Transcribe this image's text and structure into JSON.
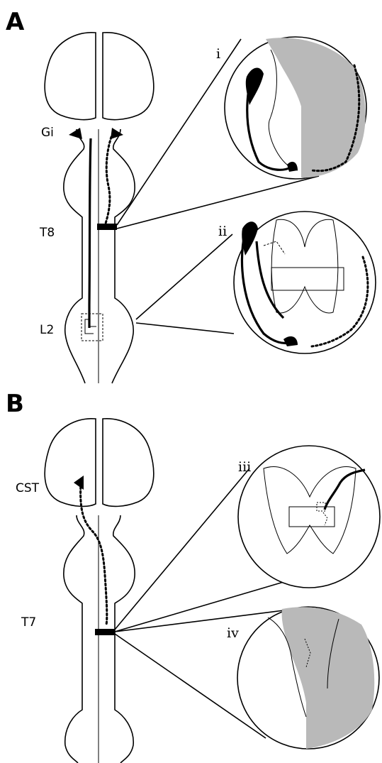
{
  "panels": [
    {
      "letter": "A",
      "level_labels": {
        "gi": "Gi",
        "t8": "T8",
        "l2": "L2"
      },
      "insets": [
        "i",
        "ii"
      ]
    },
    {
      "letter": "B",
      "level_labels": {
        "cst": "CST",
        "t7": "T7"
      },
      "insets": [
        "iii",
        "iv"
      ]
    }
  ],
  "colors": {
    "ink": "#000000",
    "lesion_gray": "#b9b9b9",
    "background": "#ffffff"
  }
}
